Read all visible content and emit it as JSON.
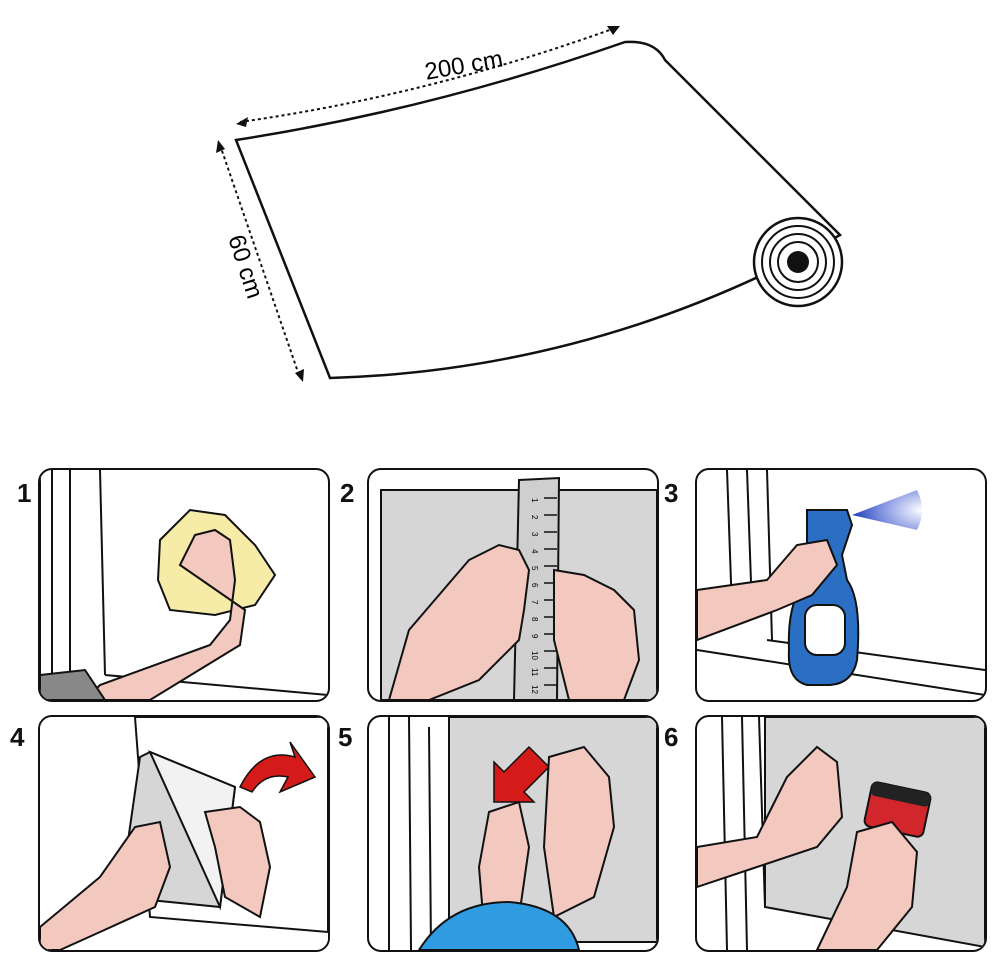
{
  "roll": {
    "length_label": "200 cm",
    "width_label": "60 cm"
  },
  "steps": [
    {
      "number": "1"
    },
    {
      "number": "2",
      "ruler_ticks": [
        "1",
        "2",
        "3",
        "4",
        "5",
        "6",
        "7",
        "8",
        "9",
        "10",
        "11",
        "12"
      ]
    },
    {
      "number": "3"
    },
    {
      "number": "4"
    },
    {
      "number": "5"
    },
    {
      "number": "6"
    }
  ],
  "colors": {
    "skin": "#f3c9bf",
    "arrow": "#d51a1a",
    "film": "#d6d6d6",
    "bottle": "#2a6fc4",
    "cloth": "#f6eba7",
    "squeegee": "#d0262c",
    "sleeve": "#2f9be0"
  }
}
